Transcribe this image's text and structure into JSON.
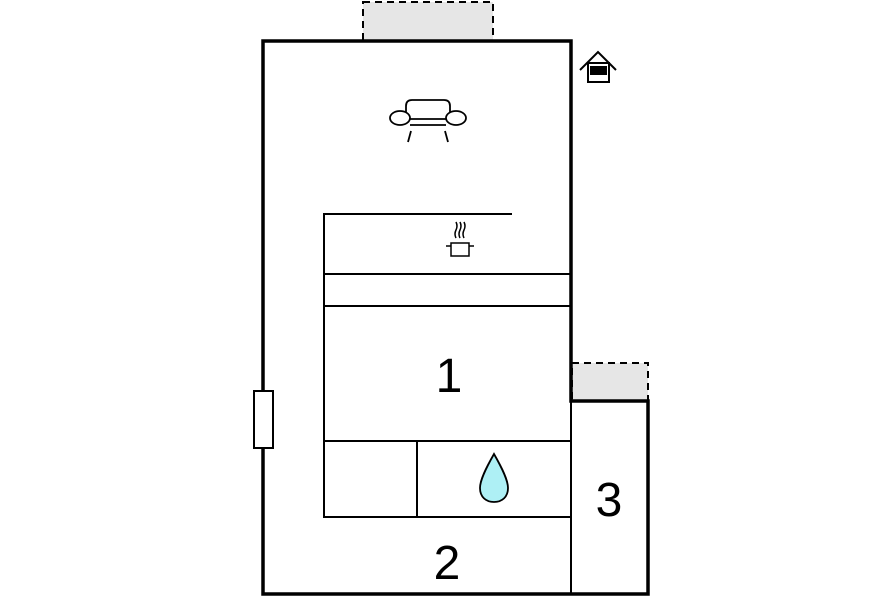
{
  "floorplan": {
    "rooms": [
      {
        "id": "room-1",
        "label": "1"
      },
      {
        "id": "room-2",
        "label": "2"
      },
      {
        "id": "room-3",
        "label": "3"
      }
    ],
    "icons": [
      {
        "name": "sofa-icon",
        "meaning": "living area"
      },
      {
        "name": "cooking-pot-icon",
        "meaning": "kitchen"
      },
      {
        "name": "water-drop-icon",
        "meaning": "bathroom"
      },
      {
        "name": "house-entrance-icon",
        "meaning": "entrance"
      }
    ],
    "colors": {
      "terrace_fill": "#e6e6e6",
      "water_fill": "#aef0f5",
      "lines": "#000000"
    }
  }
}
